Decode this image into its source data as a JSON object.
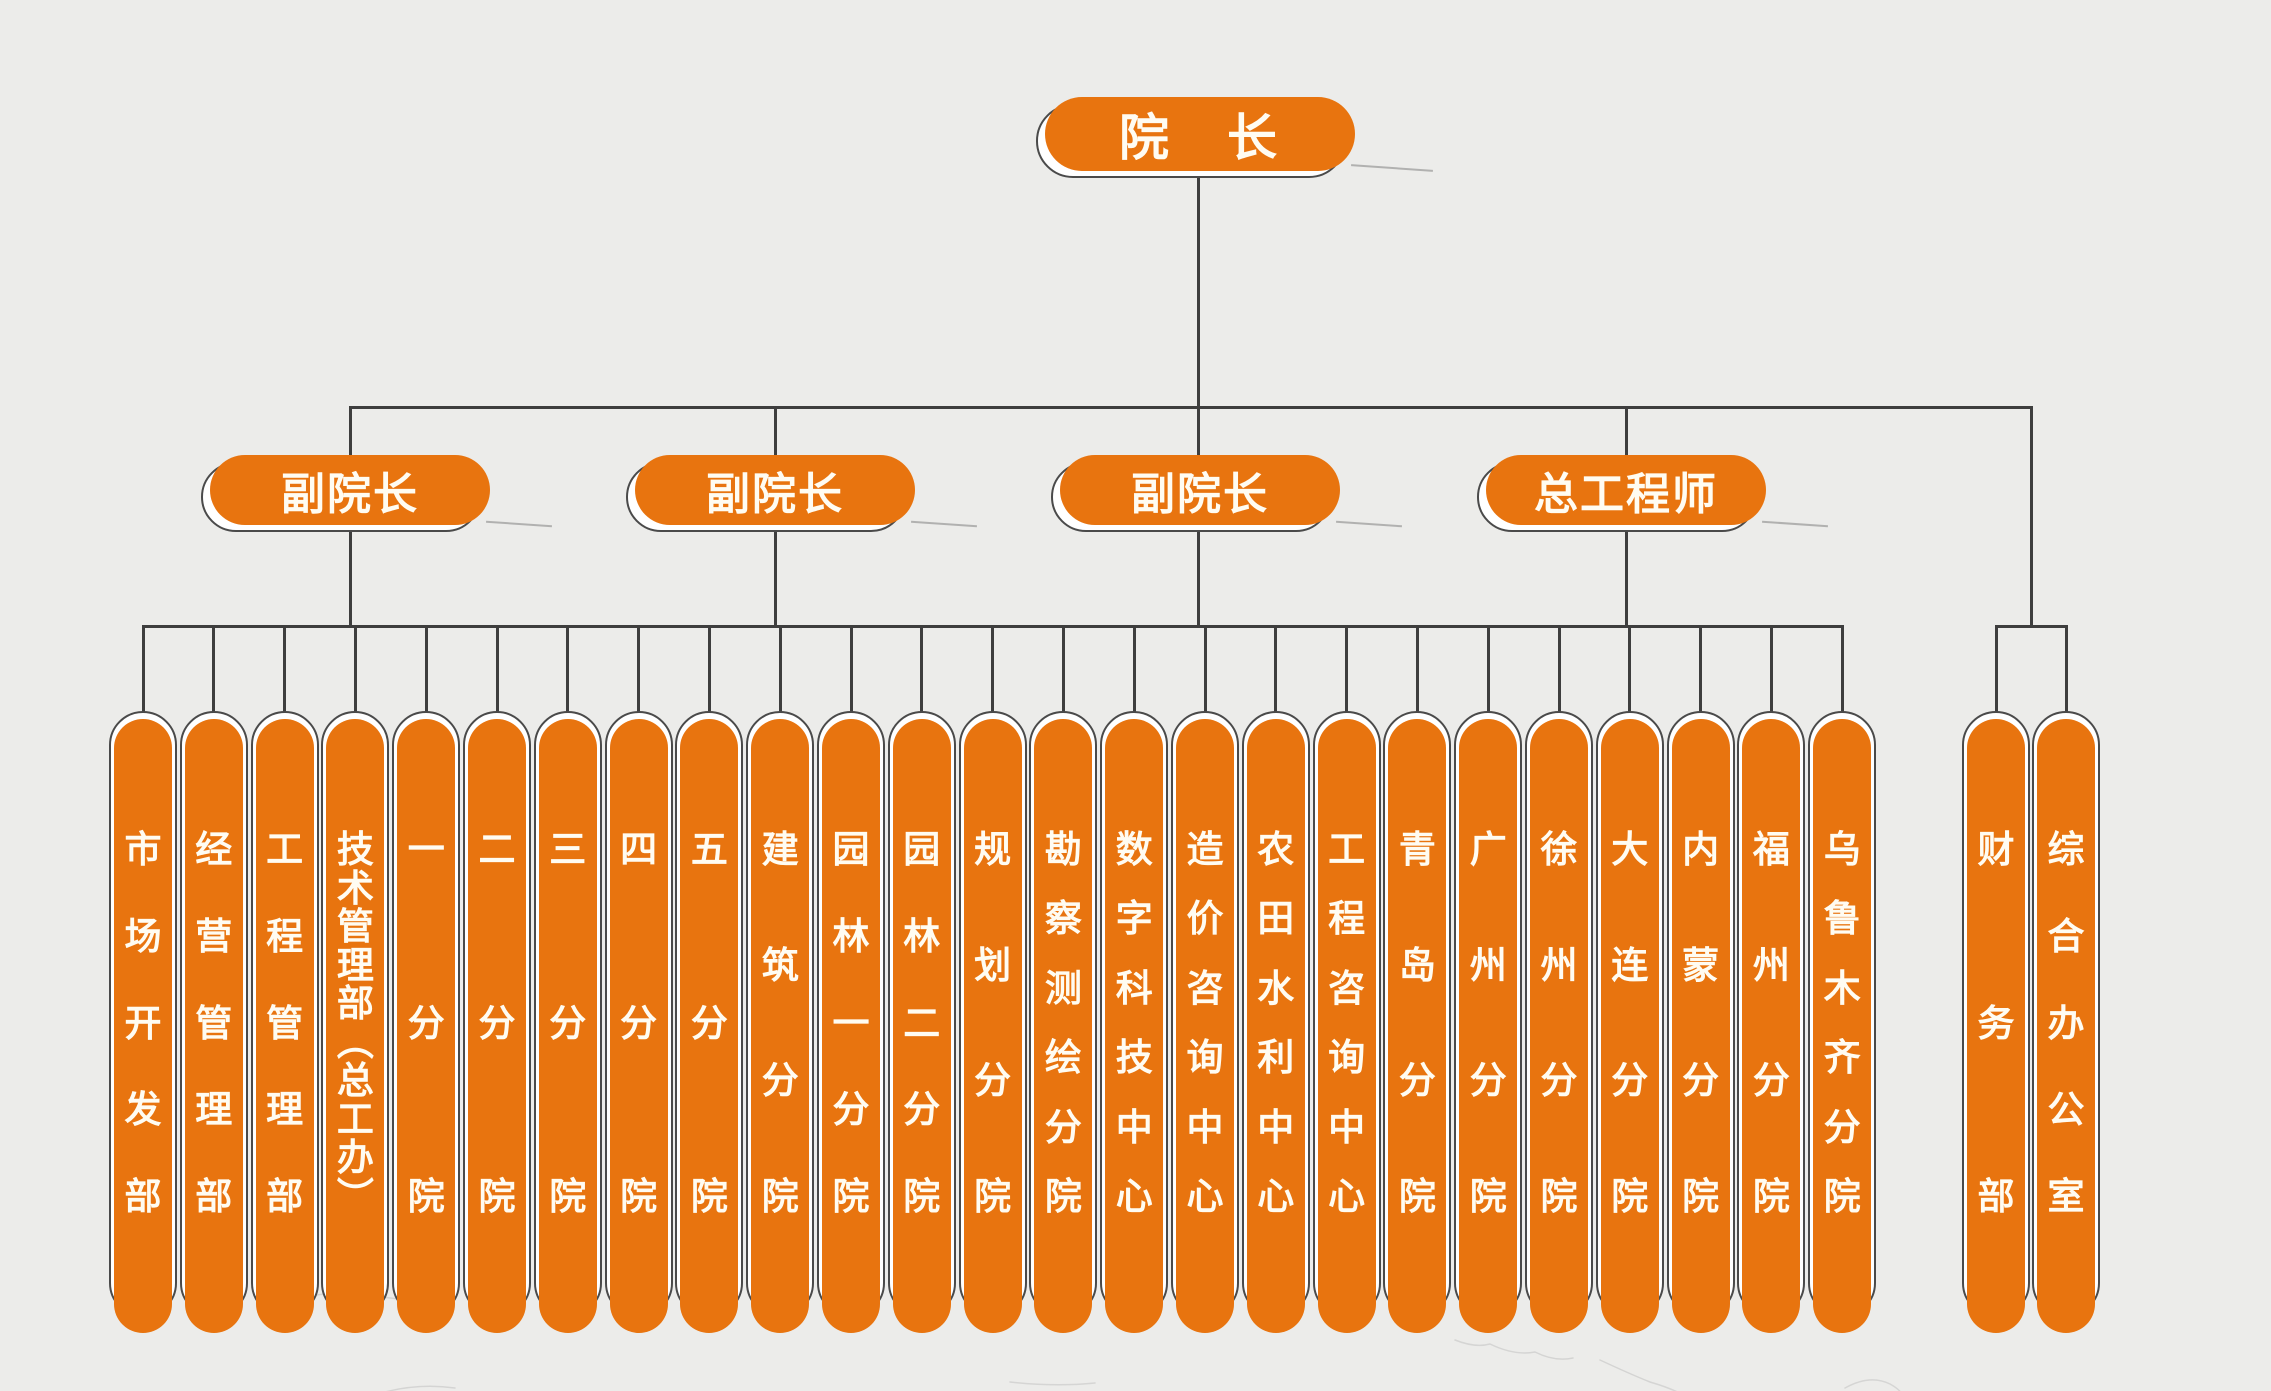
{
  "org_chart": {
    "root": {
      "label": "院　长"
    },
    "level2": [
      {
        "label": "副院长"
      },
      {
        "label": "副院长"
      },
      {
        "label": "副院长"
      },
      {
        "label": "总工程师"
      }
    ],
    "departments": [
      "市场开发部",
      "经营管理部",
      "工程管理部",
      "技术管理部（总工办）",
      "一分院",
      "二分院",
      "三分院",
      "四分院",
      "五分院",
      "建筑分院",
      "园林一分院",
      "园林二分院",
      "规划分院",
      "勘察测绘分院",
      "数字科技中心",
      "造价咨询中心",
      "农田水利中心",
      "工程咨询中心",
      "青岛分院",
      "广州分院",
      "徐州分院",
      "大连分院",
      "内蒙分院",
      "福州分院",
      "乌鲁木齐分院"
    ],
    "direct_units": [
      "财务部",
      "综合办公室"
    ],
    "colors": {
      "accent": "#e8740f",
      "line": "#3e3e3e",
      "background": "#ececea",
      "pill_text": "#fffcf2",
      "outline": "#4a4a4a"
    }
  }
}
